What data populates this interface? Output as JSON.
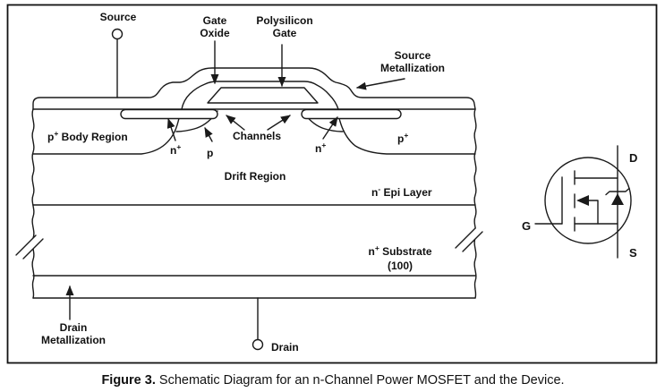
{
  "figure": {
    "caption": {
      "prefix": "Figure 3.",
      "text": " Schematic Diagram for an n-Channel Power MOSFET and the Device."
    }
  },
  "diagram": {
    "terminals": {
      "source": "Source",
      "drain": "Drain"
    },
    "gate_oxide": {
      "line1": "Gate",
      "line2": "Oxide"
    },
    "polysilicon_gate": {
      "line1": "Polysilicon",
      "line2": "Gate"
    },
    "source_metallization": {
      "line1": "Source",
      "line2": "Metallization"
    },
    "drain_metallization": {
      "line1": "Drain",
      "line2": "Metallization"
    },
    "regions": {
      "p_body": {
        "base": "p",
        "sup": "+",
        "rest": " Body Region"
      },
      "n_source_left": {
        "base": "n",
        "sup": "+"
      },
      "p_channel": "p",
      "channels": "Channels",
      "n_source_right": {
        "base": "n",
        "sup": "+"
      },
      "p_plus_right": {
        "base": "p",
        "sup": "+"
      },
      "drift": "Drift Region",
      "epi": {
        "base": "n",
        "sup": "-",
        "rest": " Epi Layer"
      },
      "substrate": {
        "base": "n",
        "sup": "+",
        "rest": " Substrate",
        "line2": "(100)"
      }
    }
  },
  "symbol": {
    "drain": "D",
    "gate": "G",
    "source": "S"
  },
  "colors": {
    "ink": "#1a1a1a",
    "background": "#ffffff"
  }
}
